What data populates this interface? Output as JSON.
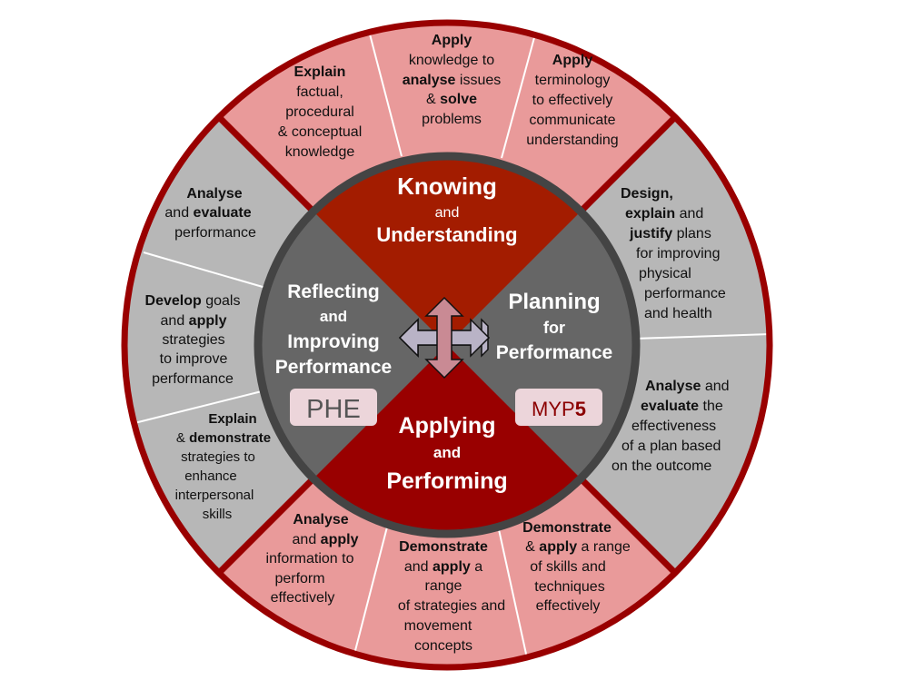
{
  "title": "MYP PHE criteria wheel",
  "colors": {
    "ring_border": "#990000",
    "pink": "#e99a9a",
    "gray": "#b7b7b7",
    "inner_gray": "#666666",
    "knowing_red": "#a31c00",
    "applying_red": "#990000"
  },
  "criteria": {
    "knowing": {
      "l1": "Knowing",
      "l2": "and",
      "l3": "Understanding"
    },
    "planning": {
      "l1": "Planning",
      "l2": "for",
      "l3": "Performance"
    },
    "applying": {
      "l1": "Applying",
      "l2": "and",
      "l3": "Performing"
    },
    "reflecting": {
      "l1": "Reflecting",
      "l2": "and",
      "l3": "Improving",
      "l4": "Performance"
    }
  },
  "badges": {
    "subject": "PHE",
    "level_prefix": "MYP",
    "level_number": "5"
  },
  "center_icon": "four-way-arrow-icon",
  "strands": {
    "k1": [
      "Explain",
      "factual,",
      "procedural",
      "& conceptual",
      "knowledge"
    ],
    "k2": [
      "Apply",
      "knowledge to",
      "analyse",
      " issues",
      "& ",
      "solve",
      "problems"
    ],
    "k3": [
      "Apply",
      "terminology",
      "to effectively",
      "communicate",
      "understanding"
    ],
    "p1": [
      "Design,",
      "explain",
      " and",
      "justify",
      " plans",
      "for improving",
      "physical",
      "performance",
      "and health"
    ],
    "p2": [
      "Analyse",
      " and",
      "evaluate",
      " the",
      "effectiveness",
      "of a plan based",
      "on the outcome"
    ],
    "a1": [
      "Demonstrate",
      "& ",
      "apply",
      " a range",
      "of skills and",
      "techniques",
      "effectively"
    ],
    "a2": [
      "Demonstrate",
      "and ",
      "apply",
      " a",
      "range",
      "of strategies and",
      "movement",
      "concepts"
    ],
    "a3": [
      "Analyse",
      "and ",
      "apply",
      "information to",
      "perform",
      "effectively"
    ],
    "r1": [
      "Explain",
      "& ",
      "demonstrate",
      "strategies to",
      "enhance",
      "interpersonal",
      "skills"
    ],
    "r2": [
      "Develop",
      " goals",
      "and ",
      "apply",
      "strategies",
      "to improve",
      "performance"
    ],
    "r3": [
      "Analyse",
      "and ",
      "evaluate",
      "performance"
    ]
  }
}
